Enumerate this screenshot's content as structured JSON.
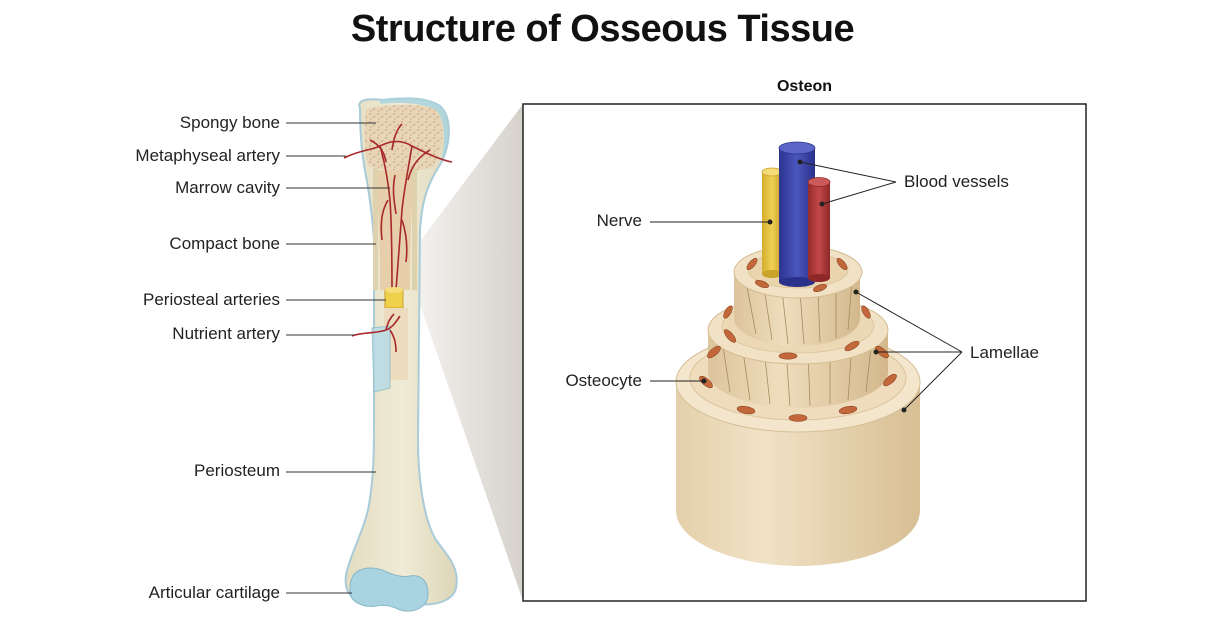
{
  "title": "Structure of Osseous Tissue",
  "osteon_title": "Osteon",
  "bone_labels": {
    "spongy_bone": "Spongy bone",
    "metaphyseal_artery": "Metaphyseal artery",
    "marrow_cavity": "Marrow cavity",
    "compact_bone": "Compact bone",
    "periosteal_arteries": "Periosteal arteries",
    "nutrient_artery": "Nutrient artery",
    "periosteum": "Periosteum",
    "articular_cartilage": "Articular cartilage"
  },
  "osteon_labels": {
    "blood_vessels": "Blood vessels",
    "nerve": "Nerve",
    "lamellae": "Lamellae",
    "osteocyte": "Osteocyte"
  },
  "colors": {
    "bone": "#e9e3c9",
    "bone_outline": "#a9cbd8",
    "spongy": "#e6d2b5",
    "artery": "#a8282a",
    "cartilage": "#a9d3e0",
    "nerve": "#e6c440",
    "vein": "#3a44a6",
    "artery_vessel": "#b33a3a",
    "osteon_base": "#ead9b9",
    "osteocyte": "#c2683a"
  }
}
